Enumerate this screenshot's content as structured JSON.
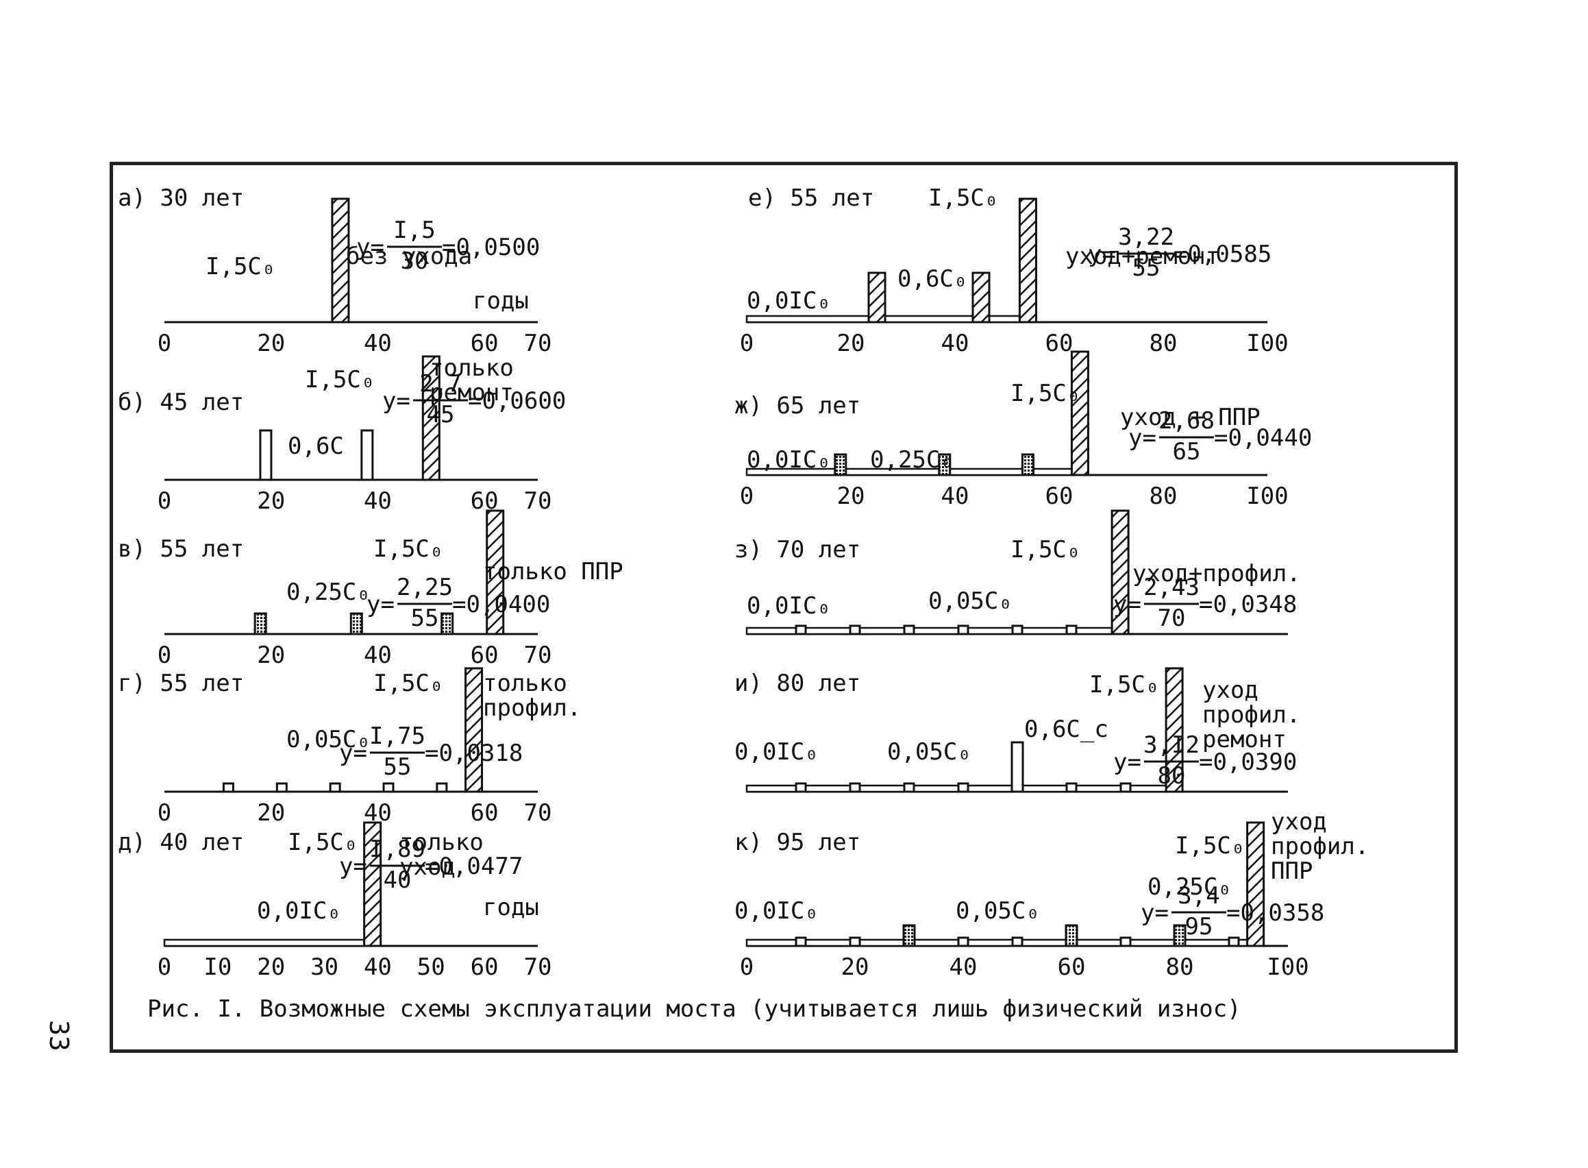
{
  "caption": "Рис. I. Возможные схемы эксплуатации моста (учитывается лишь физический износ)",
  "page_number": "33",
  "chart_data": [
    {
      "type": "bar",
      "panel": "а)",
      "period": "30 лет",
      "scheme": [
        "без ухода"
      ],
      "formula": {
        "num": "I,5",
        "den": "30",
        "result": "=0,0500"
      },
      "x_ticks": [
        "0",
        "20",
        "40",
        "60",
        "70"
      ],
      "x_axis_label": "годы",
      "series_labels": [
        "I,5C₀"
      ],
      "bars": [
        {
          "x": 33,
          "h": 1.5,
          "kind": "hatch",
          "label": "I,5C₀"
        }
      ]
    },
    {
      "type": "bar",
      "panel": "б)",
      "period": "45 лет",
      "scheme": [
        "только",
        "ремонт"
      ],
      "formula": {
        "num": "2,7",
        "den": "45",
        "result": "=0,0600"
      },
      "x_ticks": [
        "0",
        "20",
        "40",
        "60",
        "70"
      ],
      "series_labels": [
        "I,5C₀",
        "0,6C"
      ],
      "bars": [
        {
          "x": 19,
          "h": 0.6,
          "kind": "empty"
        },
        {
          "x": 38,
          "h": 0.6,
          "kind": "empty"
        },
        {
          "x": 50,
          "h": 1.5,
          "kind": "hatch"
        }
      ]
    },
    {
      "type": "bar",
      "panel": "в)",
      "period": "55 лет",
      "scheme": [
        "только ППР"
      ],
      "formula": {
        "num": "2,25",
        "den": "55",
        "result": "=0,0400"
      },
      "x_ticks": [
        "0",
        "20",
        "40",
        "60",
        "70"
      ],
      "series_labels": [
        "I,5C₀",
        "0,25C₀"
      ],
      "bars": [
        {
          "x": 18,
          "h": 0.25,
          "kind": "dot"
        },
        {
          "x": 36,
          "h": 0.25,
          "kind": "dot"
        },
        {
          "x": 53,
          "h": 0.25,
          "kind": "dot"
        },
        {
          "x": 62,
          "h": 1.5,
          "kind": "hatch"
        }
      ]
    },
    {
      "type": "bar",
      "panel": "г)",
      "period": "55 лет",
      "scheme": [
        "только",
        "профил."
      ],
      "formula": {
        "num": "I,75",
        "den": "55",
        "result": "=0,0318"
      },
      "x_ticks": [
        "0",
        "20",
        "40",
        "60",
        "70"
      ],
      "series_labels": [
        "I,5C₀",
        "0,05C₀"
      ],
      "bars": [
        {
          "x": 12,
          "h": 0.05,
          "kind": "empty"
        },
        {
          "x": 22,
          "h": 0.05,
          "kind": "empty"
        },
        {
          "x": 32,
          "h": 0.05,
          "kind": "empty"
        },
        {
          "x": 42,
          "h": 0.05,
          "kind": "empty"
        },
        {
          "x": 52,
          "h": 0.05,
          "kind": "empty"
        },
        {
          "x": 58,
          "h": 1.5,
          "kind": "hatch"
        }
      ]
    },
    {
      "type": "bar",
      "panel": "д)",
      "period": "40 лет",
      "scheme": [
        "только",
        "уход"
      ],
      "formula": {
        "num": "I,89",
        "den": "40",
        "result": "=0,0477"
      },
      "x_ticks": [
        "0",
        "I0",
        "20",
        "30",
        "40",
        "50",
        "60",
        "70"
      ],
      "x_axis_label": "годы",
      "series_labels": [
        "I,5C₀",
        "0,0IC₀"
      ],
      "bars": [
        {
          "x": 39,
          "h": 1.5,
          "kind": "hatch"
        }
      ],
      "care_band": [
        0,
        38
      ]
    },
    {
      "type": "bar",
      "panel": "е)",
      "period": "55 лет",
      "scheme": [
        "уход+ремонт"
      ],
      "formula": {
        "num": "3,22",
        "den": "55",
        "result": "=0,0585"
      },
      "x_ticks": [
        "0",
        "20",
        "40",
        "60",
        "80",
        "I00"
      ],
      "series_labels": [
        "I,5C₀",
        "0,6C₀",
        "0,0IC₀"
      ],
      "bars": [
        {
          "x": 25,
          "h": 0.6,
          "kind": "hatch"
        },
        {
          "x": 45,
          "h": 0.6,
          "kind": "hatch"
        },
        {
          "x": 54,
          "h": 1.5,
          "kind": "hatch"
        }
      ],
      "care_band": [
        0,
        53
      ]
    },
    {
      "type": "bar",
      "panel": "ж)",
      "period": "65 лет",
      "scheme": [
        "уход + ППР"
      ],
      "formula": {
        "num": "2,68",
        "den": "65",
        "result": "=0,0440"
      },
      "x_ticks": [
        "0",
        "20",
        "40",
        "60",
        "80",
        "I00"
      ],
      "series_labels": [
        "I,5C₀",
        "0,0IC₀",
        "0,25C₀"
      ],
      "bars": [
        {
          "x": 18,
          "h": 0.25,
          "kind": "dot"
        },
        {
          "x": 38,
          "h": 0.25,
          "kind": "dot"
        },
        {
          "x": 54,
          "h": 0.25,
          "kind": "dot"
        },
        {
          "x": 64,
          "h": 1.5,
          "kind": "hatch"
        }
      ],
      "care_band": [
        0,
        63
      ]
    },
    {
      "type": "bar",
      "panel": "з)",
      "period": "70 лет",
      "scheme": [
        "уход+профил."
      ],
      "formula": {
        "num": "2,43",
        "den": "70",
        "result": "=0,0348"
      },
      "x_ticks": [],
      "series_labels": [
        "I,5C₀",
        "0,0IC₀",
        "0,05C₀"
      ],
      "bars": [
        {
          "x": 10,
          "h": 0.05,
          "kind": "empty"
        },
        {
          "x": 20,
          "h": 0.05,
          "kind": "empty"
        },
        {
          "x": 30,
          "h": 0.05,
          "kind": "empty"
        },
        {
          "x": 40,
          "h": 0.05,
          "kind": "empty"
        },
        {
          "x": 50,
          "h": 0.05,
          "kind": "empty"
        },
        {
          "x": 60,
          "h": 0.05,
          "kind": "empty"
        },
        {
          "x": 69,
          "h": 1.5,
          "kind": "hatch"
        }
      ],
      "care_band": [
        0,
        68
      ]
    },
    {
      "type": "bar",
      "panel": "и)",
      "period": "80 лет",
      "scheme": [
        "уход",
        "профил.",
        "ремонт"
      ],
      "formula": {
        "num": "3,I2",
        "den": "80",
        "result": "=0,0390"
      },
      "x_ticks": [],
      "series_labels": [
        "I,5C₀",
        "0,0IC₀",
        "0,05C₀",
        "0,6C_c"
      ],
      "bars": [
        {
          "x": 10,
          "h": 0.05,
          "kind": "empty"
        },
        {
          "x": 20,
          "h": 0.05,
          "kind": "empty"
        },
        {
          "x": 30,
          "h": 0.05,
          "kind": "empty"
        },
        {
          "x": 40,
          "h": 0.05,
          "kind": "empty"
        },
        {
          "x": 50,
          "h": 0.6,
          "kind": "empty"
        },
        {
          "x": 60,
          "h": 0.05,
          "kind": "empty"
        },
        {
          "x": 70,
          "h": 0.05,
          "kind": "empty"
        },
        {
          "x": 79,
          "h": 1.5,
          "kind": "hatch"
        }
      ],
      "care_band": [
        0,
        78
      ]
    },
    {
      "type": "bar",
      "panel": "к)",
      "period": "95 лет",
      "scheme": [
        "уход",
        "профил.",
        "ППР"
      ],
      "formula": {
        "num": "3,4",
        "den": "95",
        "result": "=0,0358"
      },
      "x_ticks": [
        "0",
        "20",
        "40",
        "60",
        "80",
        "I00"
      ],
      "series_labels": [
        "I,5C₀",
        "0,0IC₀",
        "0,05C₀",
        "0,25C₀"
      ],
      "bars": [
        {
          "x": 10,
          "h": 0.05,
          "kind": "empty"
        },
        {
          "x": 20,
          "h": 0.05,
          "kind": "empty"
        },
        {
          "x": 30,
          "h": 0.25,
          "kind": "dot"
        },
        {
          "x": 40,
          "h": 0.05,
          "kind": "empty"
        },
        {
          "x": 50,
          "h": 0.05,
          "kind": "empty"
        },
        {
          "x": 60,
          "h": 0.25,
          "kind": "dot"
        },
        {
          "x": 70,
          "h": 0.05,
          "kind": "empty"
        },
        {
          "x": 80,
          "h": 0.25,
          "kind": "dot"
        },
        {
          "x": 90,
          "h": 0.05,
          "kind": "empty"
        },
        {
          "x": 94,
          "h": 1.5,
          "kind": "hatch"
        }
      ],
      "care_band": [
        0,
        93
      ]
    }
  ]
}
